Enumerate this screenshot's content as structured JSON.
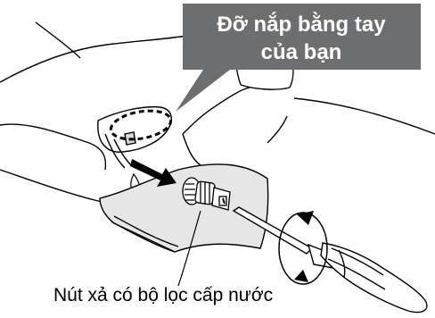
{
  "callout": {
    "line1": "Đỡ nắp bằng tay",
    "line2": "của bạn",
    "background_color": "#6d6e70",
    "text_color": "#ffffff"
  },
  "caption": {
    "text": "Nút xả có bộ lọc cấp nước"
  }
}
